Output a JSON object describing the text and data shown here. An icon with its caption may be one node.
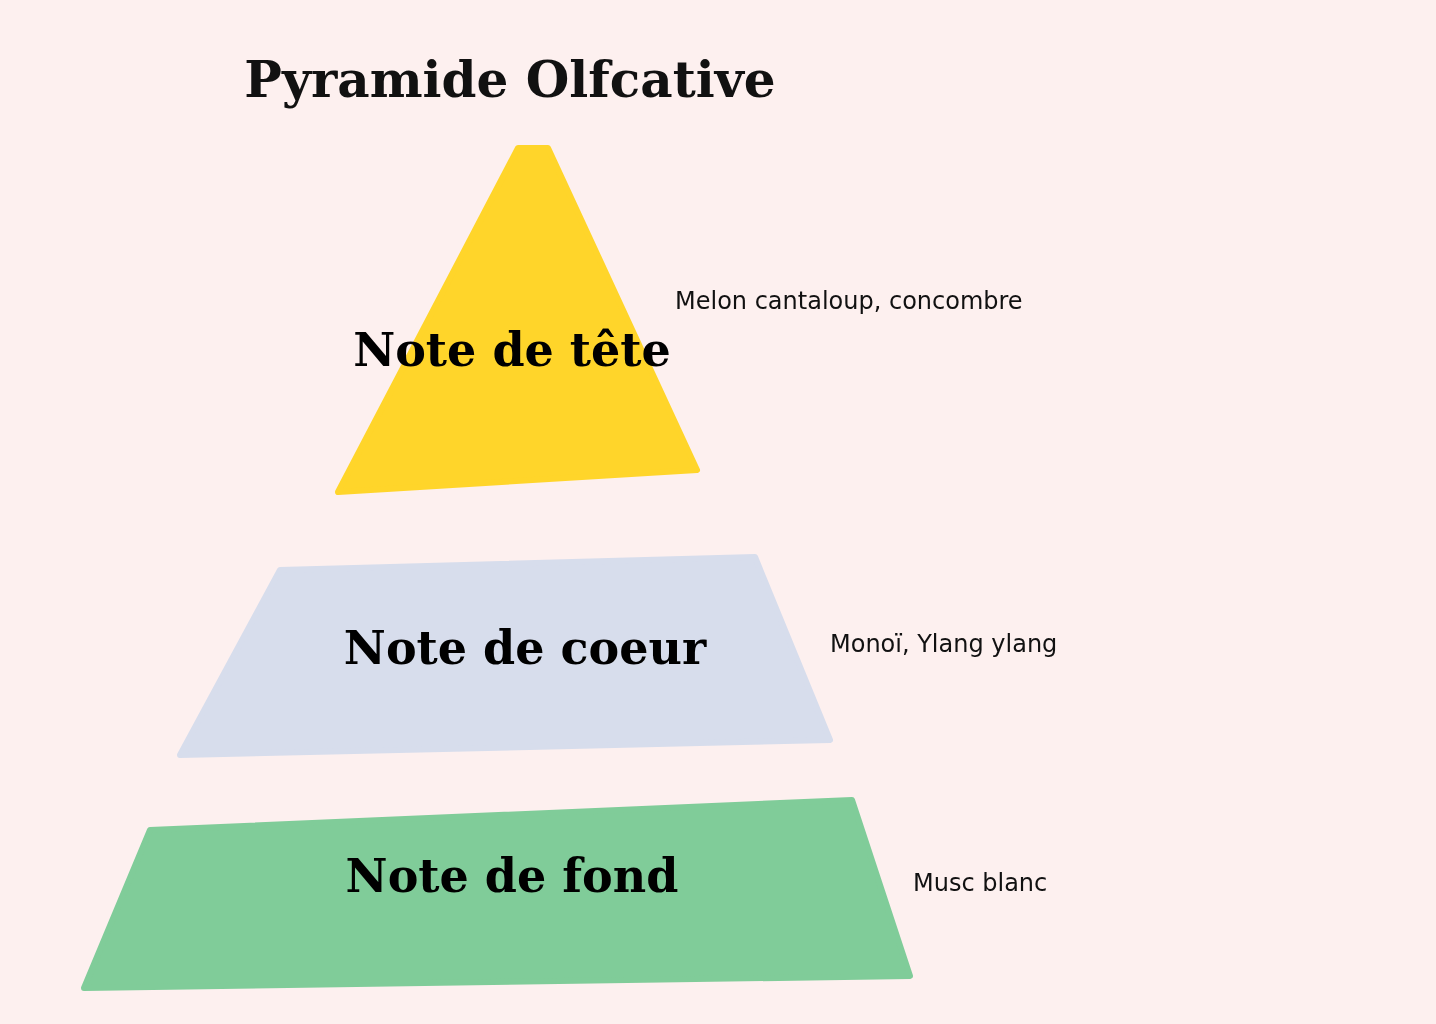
{
  "diagram": {
    "title": "Pyramide Olfcative",
    "nodes": [
      {
        "text": [
          "Note de tête"
        ],
        "beside": [
          "Melon cantaloup, concombre"
        ]
      },
      {
        "text": [
          "Note de coeur"
        ],
        "beside": [
          "Monoï, Ylang ylang"
        ]
      },
      {
        "text": [
          "Note de fond"
        ],
        "beside": [
          "Musc blanc"
        ]
      }
    ]
  }
}
